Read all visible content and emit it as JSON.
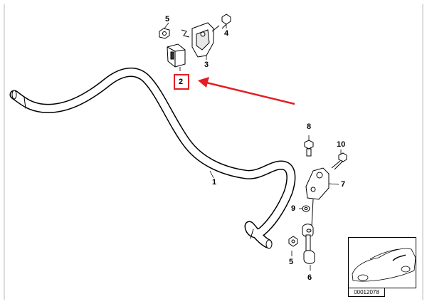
{
  "colors": {
    "accent": "#e31e24",
    "line": "#000000",
    "background": "#ffffff"
  },
  "parts": {
    "stabilizer_bar": "1",
    "rubber_mounting": "2",
    "bracket": "3",
    "bolt_top": "4",
    "nut_top": "5",
    "link": "6",
    "holder": "7",
    "bolt_holder": "8",
    "nut_holder": "9",
    "screw_holder": "10",
    "nut_link": "5"
  },
  "inset": {
    "code": "00012078"
  }
}
